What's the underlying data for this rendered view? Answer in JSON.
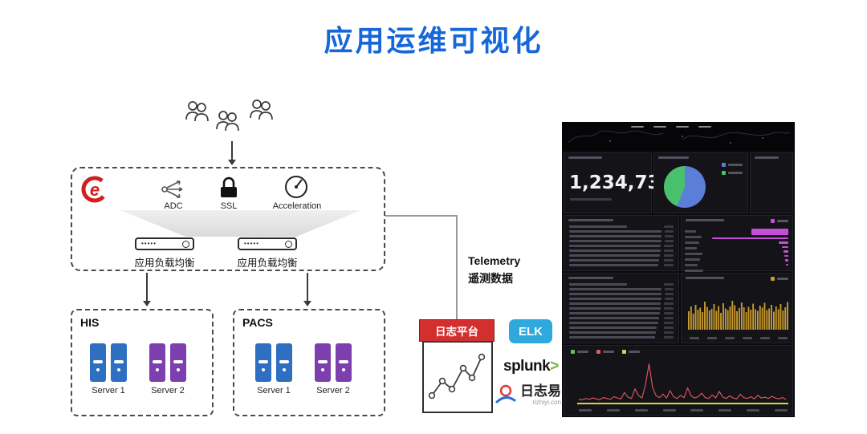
{
  "title": "应用运维可视化",
  "colors": {
    "title_blue": "#1667d9",
    "platform_red": "#d32f2f",
    "elk_blue": "#2fa8dd",
    "splunk_green": "#71b83e",
    "server_blue": "#2e6fc2",
    "server_purple": "#7d3fae"
  },
  "architecture": {
    "features": [
      {
        "label": "ADC"
      },
      {
        "label": "SSL"
      },
      {
        "label": "Acceleration"
      }
    ],
    "load_balancers": [
      {
        "label": "应用负载均衡"
      },
      {
        "label": "应用负载均衡"
      }
    ],
    "clusters": [
      {
        "name": "HIS",
        "servers": [
          "Server 1",
          "Server 2"
        ]
      },
      {
        "name": "PACS",
        "servers": [
          "Server 1",
          "Server 2"
        ]
      }
    ]
  },
  "telemetry": {
    "en": "Telemetry",
    "zh": "遥测数据"
  },
  "logging": {
    "platform_label": "日志平台",
    "elk_label": "ELK",
    "splunk_label": "splunk",
    "splunk_arrow": ">",
    "rizhiyi_label": "日志易",
    "rizhiyi_domain": "rizhiyi.con"
  },
  "dashboard": {
    "big_number": "1,234,73",
    "charts": {
      "pie": {
        "type": "pie",
        "values": [
          56,
          44
        ],
        "colors": [
          "#5b7fd8",
          "#49c06b"
        ]
      },
      "top_bars": {
        "type": "bar",
        "orientation": "horizontal",
        "color": "#c44fd6",
        "values": [
          45,
          92,
          12,
          8,
          6,
          5,
          4,
          3
        ]
      },
      "histogram": {
        "type": "bar",
        "color": "#c79a2e",
        "values": [
          46,
          58,
          40,
          62,
          50,
          55,
          44,
          70,
          57,
          48,
          52,
          64,
          47,
          59,
          42,
          66,
          53,
          49,
          58,
          72,
          61,
          46,
          54,
          68,
          56,
          44,
          57,
          50,
          65,
          51,
          47,
          60,
          55,
          67,
          49,
          53,
          62,
          45,
          58,
          51,
          64,
          48,
          56,
          69
        ]
      },
      "event_line": {
        "type": "line",
        "color": "#e05c5c",
        "legend_colors": [
          "#6abf5e",
          "#e05c5c",
          "#cfcf58"
        ],
        "values": [
          6,
          5,
          8,
          6,
          9,
          7,
          5,
          10,
          8,
          6,
          12,
          9,
          7,
          22,
          11,
          8,
          30,
          15,
          9,
          40,
          88,
          34,
          14,
          10,
          18,
          9,
          26,
          12,
          8,
          15,
          10,
          32,
          14,
          9,
          12,
          20,
          10,
          8,
          16,
          9,
          24,
          11,
          8,
          14,
          9,
          7,
          18,
          10,
          8,
          12,
          7,
          15,
          9,
          11,
          8,
          13,
          9,
          7,
          10,
          6
        ]
      }
    }
  }
}
